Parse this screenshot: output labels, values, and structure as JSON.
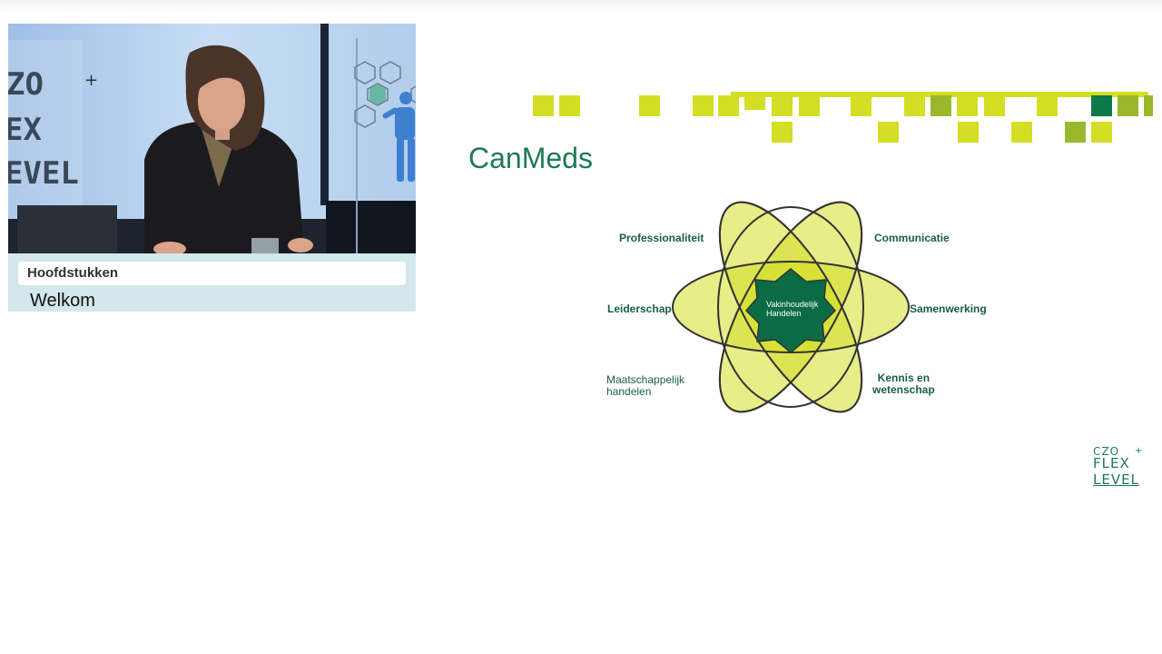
{
  "video": {
    "chapters_header": "Hoofdstukken",
    "chapters": [
      "Welkom"
    ],
    "backdrop_logo": [
      "CZO",
      "FLEX",
      "LEVEL"
    ]
  },
  "slide": {
    "title": "CanMeds",
    "center_label": [
      "Vakinhoudelijk",
      "Handelen"
    ],
    "competencies": {
      "professionaliteit": "Professionaliteit",
      "communicatie": "Communicatie",
      "leiderschap": "Leiderschap",
      "samenwerking": "Samenwerking",
      "maatschappelijk": [
        "Maatschappelijk",
        "handelen"
      ],
      "kennis": [
        "Kennis en",
        "wetenschap"
      ]
    },
    "logo": [
      "CZO",
      "FLEX",
      "LEVEL"
    ]
  },
  "colors": {
    "brand_green": "#1f7a52",
    "dark_green": "#0b6b45",
    "lime": "#d4de25",
    "olive": "#9ab82c"
  }
}
